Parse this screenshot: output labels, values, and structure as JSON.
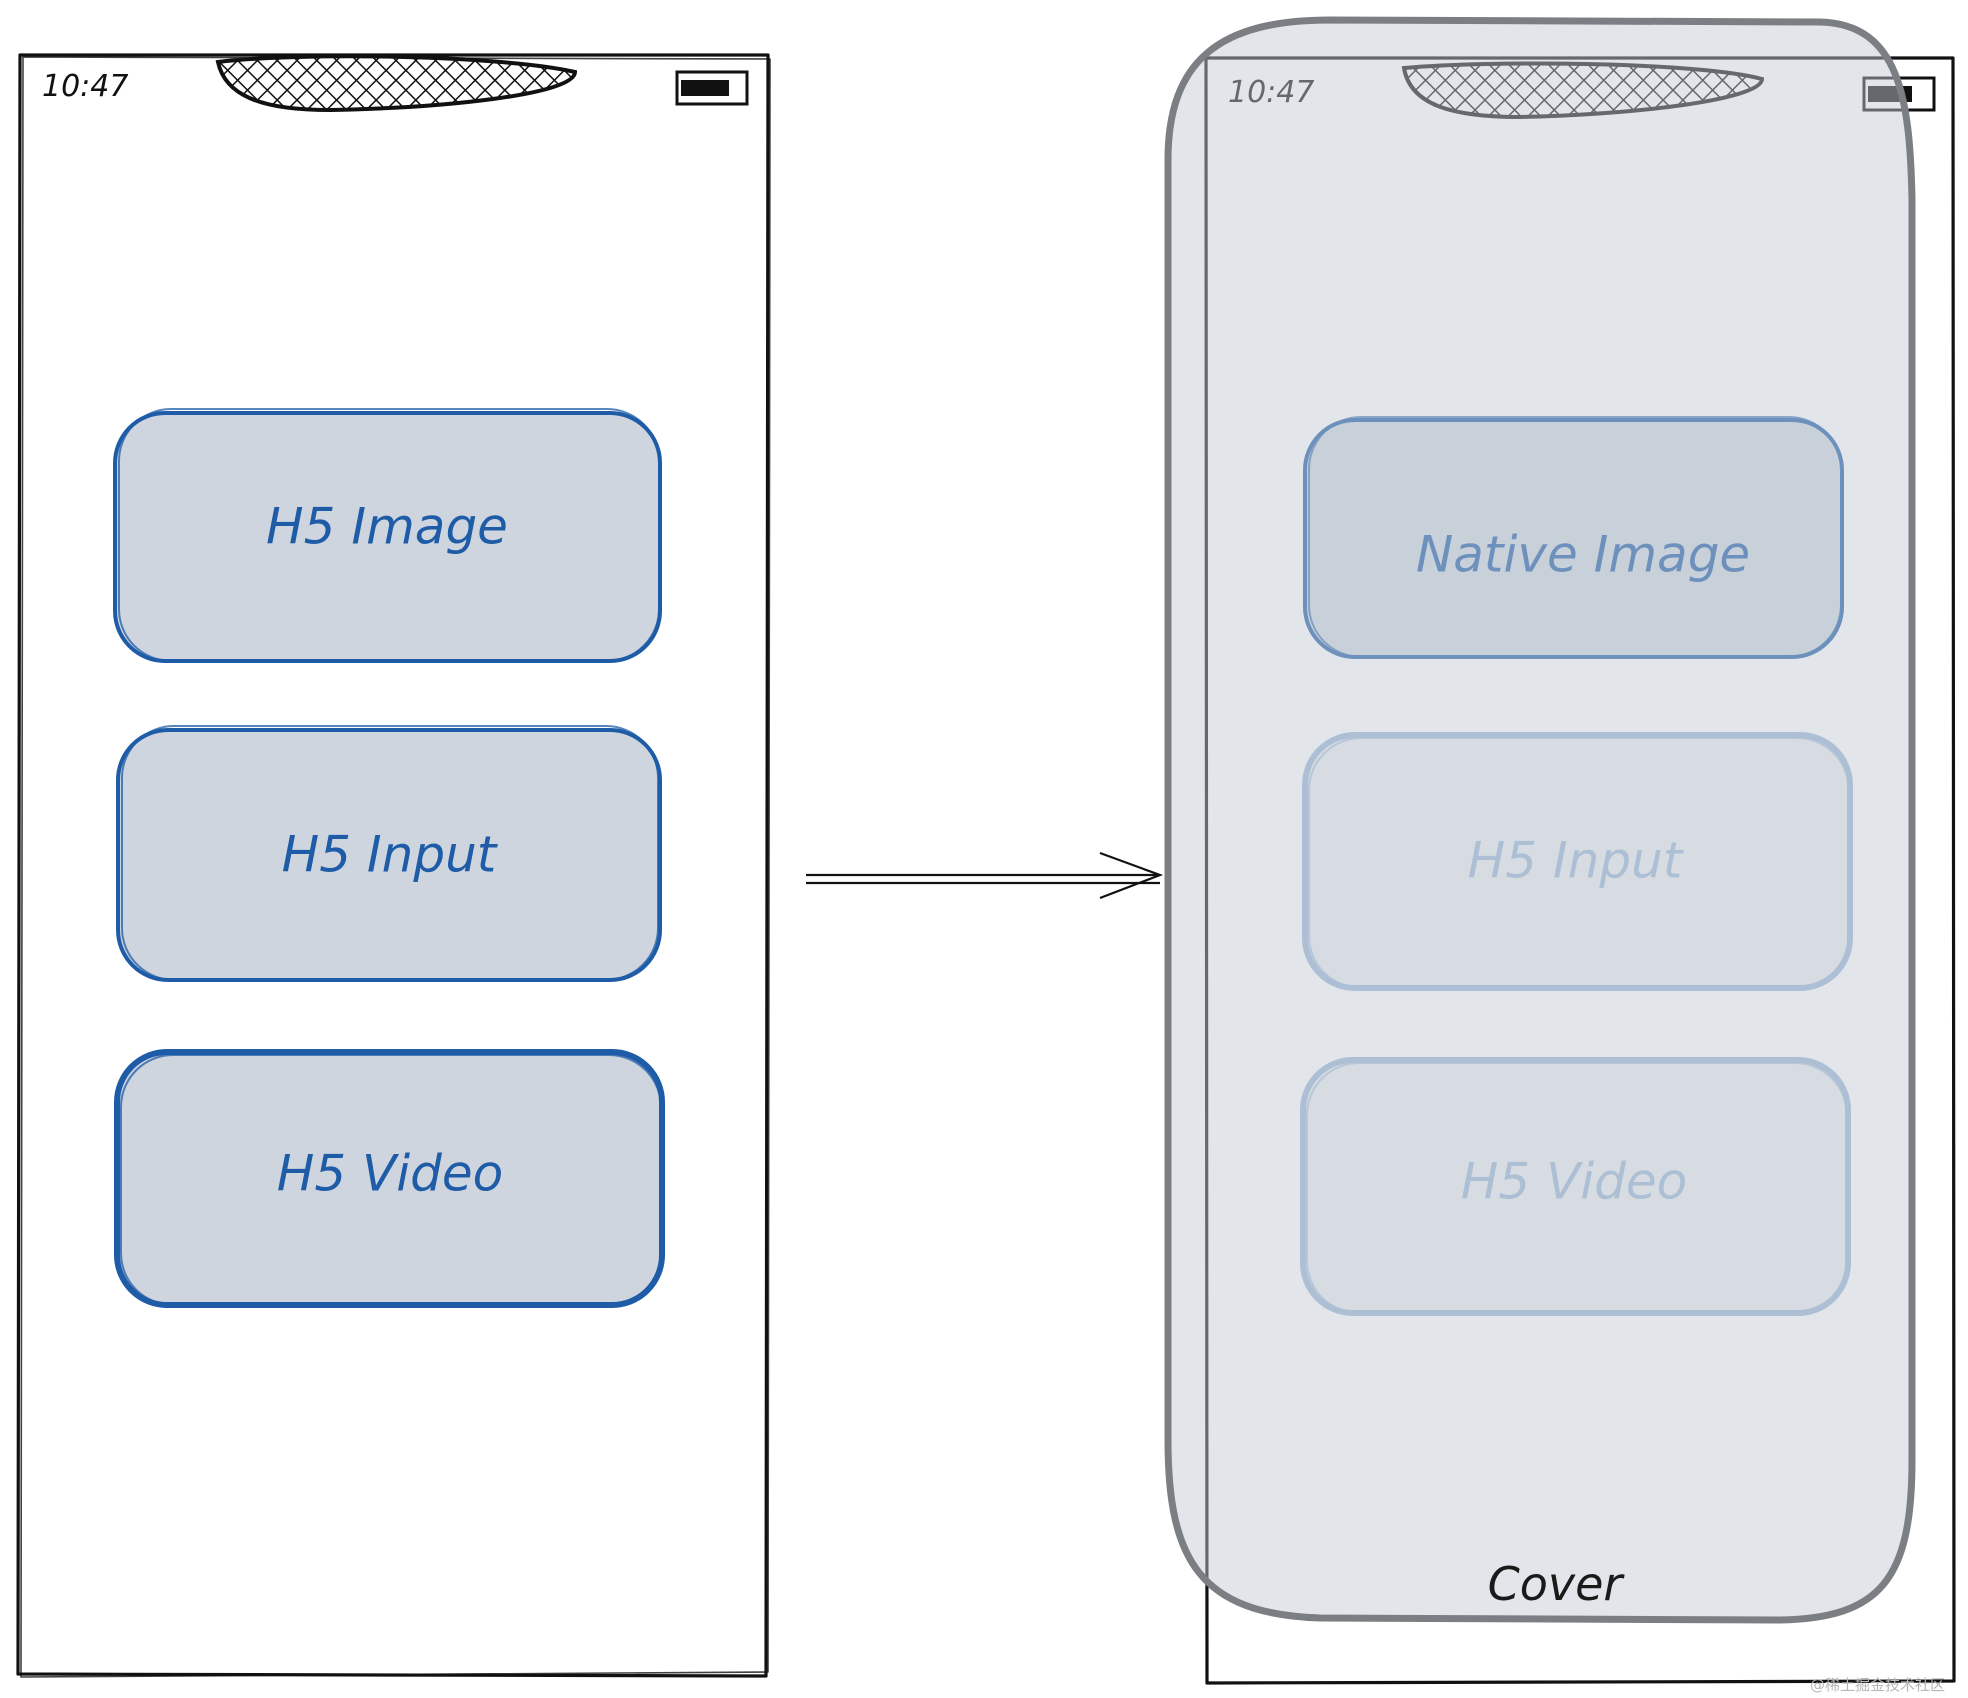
{
  "left_phone": {
    "status_time": "10:47",
    "cards": [
      {
        "label": "H5 Image"
      },
      {
        "label": "H5 Input"
      },
      {
        "label": "H5 Video"
      }
    ]
  },
  "right_phone": {
    "status_time": "10:47",
    "cards": [
      {
        "label": "Native Image"
      },
      {
        "label": "H5 Input"
      },
      {
        "label": "H5 Video"
      }
    ],
    "cover_label": "Cover"
  },
  "watermark": "@稀土掘金技术社区",
  "colors": {
    "card_fill": "#ced5de",
    "card_stroke": "#1f5ca8",
    "card_text": "#1f5ca8",
    "cover_fill": "#c3cbd4",
    "cover_stroke": "#7b7f83",
    "frame_stroke": "#111111"
  }
}
